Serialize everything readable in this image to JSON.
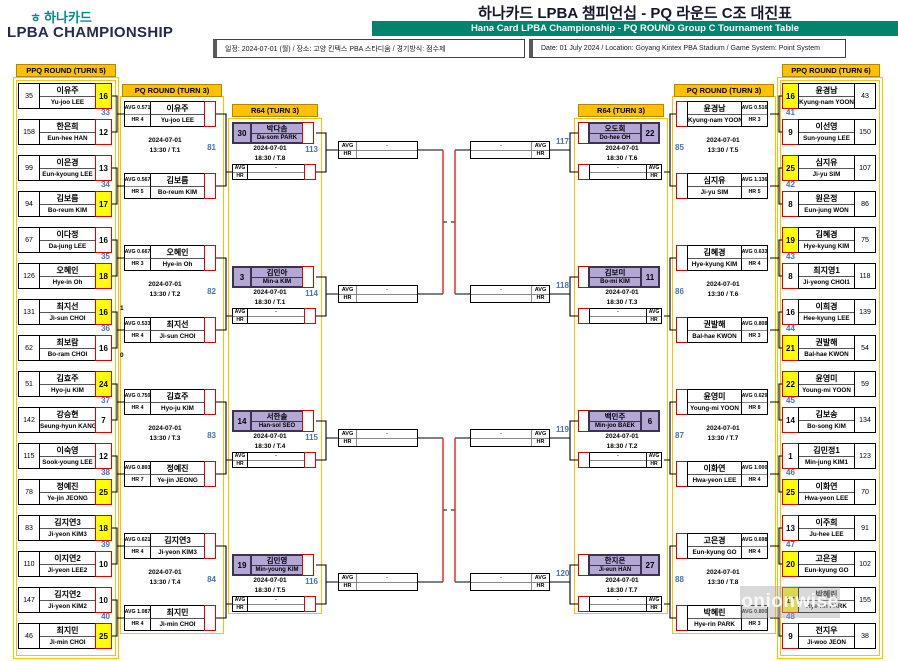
{
  "header": {
    "logo": {
      "hana": "하나카드",
      "lpba": "LPBA CHAMPIONSHIP"
    },
    "title_kr": "하나카드 LPBA 챔피언십 - PQ 라운드 C조 대진표",
    "title_en": "Hana Card LPBA Championship - PQ ROUND Group C Tournament Table",
    "info_kr": "일정: 2024-07-01 (월) / 장소: 고양 킨텍스 PBA 스타디움 / 경기방식: 점수제",
    "info_en": "Date: 01 July 2024 / Location: Goyang Kintex PBA Stadium / Game System: Point System"
  },
  "colors": {
    "gold": "#FFC000",
    "green": "#00846D",
    "purple": "#B4A7D6",
    "purple_border": "#403151",
    "red": "#E00000",
    "win_yellow": "#FFFF00",
    "match_no_blue": "#4472C4",
    "teal": "#008C87",
    "navy": "#252A52"
  },
  "labels": {
    "avg": "AVG",
    "hr": "HR",
    "dash": "-"
  },
  "winner_box": {
    "avg_label": "AVG",
    "avg_value": "-",
    "hr_label": "HR",
    "hr_value": ""
  },
  "watermark": "onionwise",
  "ppq_left": {
    "title": "PPQ ROUND (TURN 5)",
    "matches": [
      {
        "no": "33",
        "p1": {
          "id": "35",
          "kr": "이유주",
          "en": "Yu-joo LEE",
          "score": "16",
          "win": true
        },
        "p2": {
          "id": "158",
          "kr": "한은희",
          "en": "Eun-hee HAN",
          "score": "12"
        }
      },
      {
        "no": "34",
        "p1": {
          "id": "99",
          "kr": "이은경",
          "en": "Eun-kyoung LEE",
          "score": "13"
        },
        "p2": {
          "id": "94",
          "kr": "김보름",
          "en": "Bo-reum KIM",
          "score": "17",
          "win": true
        }
      },
      {
        "no": "35",
        "p1": {
          "id": "67",
          "kr": "이다정",
          "en": "Da-jung LEE",
          "score": "16"
        },
        "p2": {
          "id": "126",
          "kr": "오혜인",
          "en": "Hye-in Oh",
          "score": "18",
          "win": true
        }
      },
      {
        "no": "36",
        "p1": {
          "id": "131",
          "kr": "최지선",
          "en": "Ji-sun CHOI",
          "score": "16",
          "win": true,
          "tb": "1"
        },
        "p2": {
          "id": "62",
          "kr": "최보람",
          "en": "Bo-ram CHOI",
          "score": "16",
          "tb": "0"
        }
      },
      {
        "no": "37",
        "p1": {
          "id": "51",
          "kr": "김효주",
          "en": "Hyo-ju KIM",
          "score": "24",
          "win": true
        },
        "p2": {
          "id": "142",
          "kr": "강승현",
          "en": "Seung-hyun KANG",
          "score": "7"
        }
      },
      {
        "no": "38",
        "p1": {
          "id": "115",
          "kr": "이숙영",
          "en": "Sook-young LEE",
          "score": "12"
        },
        "p2": {
          "id": "78",
          "kr": "정예진",
          "en": "Ye-jin JEONG",
          "score": "25",
          "win": true
        }
      },
      {
        "no": "39",
        "p1": {
          "id": "83",
          "kr": "김지연3",
          "en": "Ji-yeon KIM3",
          "score": "18",
          "win": true
        },
        "p2": {
          "id": "110",
          "kr": "이지연2",
          "en": "Ji-yeon LEE2",
          "score": "10"
        }
      },
      {
        "no": "40",
        "p1": {
          "id": "147",
          "kr": "김지연2",
          "en": "Ji-yeon KIM2",
          "score": "10"
        },
        "p2": {
          "id": "46",
          "kr": "최지민",
          "en": "Ji-min CHOI",
          "score": "25",
          "win": true
        }
      }
    ]
  },
  "pq_left": {
    "title": "PQ ROUND (TURN 3)",
    "matches": [
      {
        "no": "81",
        "date": "2024-07-01",
        "time": "13:30 / T.1",
        "p1": {
          "kr": "이유주",
          "en": "Yu-joo LEE",
          "avg": "AVG 0.571",
          "hr": "HR 4"
        },
        "p2": {
          "kr": "김보름",
          "en": "Bo-reum KIM",
          "avg": "AVG 0.567",
          "hr": "HR 5"
        }
      },
      {
        "no": "82",
        "date": "2024-07-01",
        "time": "13:30 / T.2",
        "p1": {
          "kr": "오혜인",
          "en": "Hye-in Oh",
          "avg": "AVG 0.667",
          "hr": "HR 3"
        },
        "p2": {
          "kr": "최지선",
          "en": "Ji-sun CHOI",
          "avg": "AVG 0.533",
          "hr": "HR 4"
        }
      },
      {
        "no": "83",
        "date": "2024-07-01",
        "time": "13:30 / T.3",
        "p1": {
          "kr": "김효주",
          "en": "Hyo-ju KIM",
          "avg": "AVG 0.750",
          "hr": "HR 4"
        },
        "p2": {
          "kr": "정예진",
          "en": "Ye-jin JEONG",
          "avg": "AVG 0.893",
          "hr": "HR 7"
        }
      },
      {
        "no": "84",
        "date": "2024-07-01",
        "time": "13:30 / T.4",
        "p1": {
          "kr": "김지연3",
          "en": "Ji-yeon KIM3",
          "avg": "AVG 0.621",
          "hr": "HR 4"
        },
        "p2": {
          "kr": "최지민",
          "en": "Ji-min CHOI",
          "avg": "AVG 1.087",
          "hr": "HR 4"
        }
      }
    ]
  },
  "r64_left": {
    "title": "R64 (TURN 3)",
    "matches": [
      {
        "no": "113",
        "seed": "30",
        "kr": "박다솜",
        "en": "Da-som PARK",
        "date": "2024-07-01",
        "time": "18:30 / T.8"
      },
      {
        "no": "114",
        "seed": "3",
        "kr": "김민아",
        "en": "Min-a KIM",
        "date": "2024-07-01",
        "time": "18:30 / T.1"
      },
      {
        "no": "115",
        "seed": "14",
        "kr": "서한솔",
        "en": "Han-sol SEO",
        "date": "2024-07-01",
        "time": "18:30 / T.4"
      },
      {
        "no": "116",
        "seed": "19",
        "kr": "김민영",
        "en": "Min-young KIM",
        "date": "2024-07-01",
        "time": "18:30 / T.5"
      }
    ]
  },
  "r64_right": {
    "title": "R64 (TURN 3)",
    "matches": [
      {
        "no": "117",
        "seed": "22",
        "kr": "오도희",
        "en": "Do-hee OH",
        "date": "2024-07-01",
        "time": "18:30 / T.6"
      },
      {
        "no": "118",
        "seed": "11",
        "kr": "김보미",
        "en": "Bo-mi KIM",
        "date": "2024-07-01",
        "time": "18:30 / T.3"
      },
      {
        "no": "119",
        "seed": "6",
        "kr": "백민주",
        "en": "Min-joo BAEK",
        "date": "2024-07-01",
        "time": "18:30 / T.2"
      },
      {
        "no": "120",
        "seed": "27",
        "kr": "한지은",
        "en": "Ji-eun HAN",
        "date": "2024-07-01",
        "time": "18:30 / T.7"
      }
    ]
  },
  "pq_right": {
    "title": "PQ ROUND (TURN 3)",
    "matches": [
      {
        "no": "85",
        "date": "2024-07-01",
        "time": "13:30 / T.5",
        "p1": {
          "kr": "윤경남",
          "en": "Kyung-nam YOON",
          "avg": "AVG 0.516",
          "hr": "HR 3"
        },
        "p2": {
          "kr": "심지유",
          "en": "Ji-yu SIM",
          "avg": "AVG 1.136",
          "hr": "HR 5"
        }
      },
      {
        "no": "86",
        "date": "2024-07-01",
        "time": "13:30 / T.6",
        "p1": {
          "kr": "김혜경",
          "en": "Hye-kyung KIM",
          "avg": "AVG 0.633",
          "hr": "HR 4"
        },
        "p2": {
          "kr": "권발해",
          "en": "Bal-hae KWON",
          "avg": "AVG 0.808",
          "hr": "HR 3"
        }
      },
      {
        "no": "87",
        "date": "2024-07-01",
        "time": "13:30 / T.7",
        "p1": {
          "kr": "윤영미",
          "en": "Young-mi YOON",
          "avg": "AVG 0.629",
          "hr": "HR 8"
        },
        "p2": {
          "kr": "이화연",
          "en": "Hwa-yeon LEE",
          "avg": "AVG 1.000",
          "hr": "HR 4"
        }
      },
      {
        "no": "88",
        "date": "2024-07-01",
        "time": "13:30 / T.8",
        "p1": {
          "kr": "고은경",
          "en": "Eun-kyung GO",
          "avg": "AVG 0.698",
          "hr": "HR 4"
        },
        "p2": {
          "kr": "박혜린",
          "en": "Hye-rin PARK",
          "avg": "AVG 0.800",
          "hr": "HR 3"
        }
      }
    ]
  },
  "ppq_right": {
    "title": "PPQ ROUND (TURN 6)",
    "matches": [
      {
        "no": "41",
        "p1": {
          "id": "43",
          "kr": "윤경남",
          "en": "Kyung-nam YOON",
          "score": "16",
          "win": true
        },
        "p2": {
          "id": "150",
          "kr": "이선영",
          "en": "Sun-young LEE",
          "score": "9"
        }
      },
      {
        "no": "42",
        "p1": {
          "id": "107",
          "kr": "심지유",
          "en": "Ji-yu SIM",
          "score": "25",
          "win": true
        },
        "p2": {
          "id": "86",
          "kr": "원은정",
          "en": "Eun-jung WON",
          "score": "8"
        }
      },
      {
        "no": "43",
        "p1": {
          "id": "75",
          "kr": "김혜경",
          "en": "Hye-kyung KIM",
          "score": "19",
          "win": true
        },
        "p2": {
          "id": "118",
          "kr": "최지영1",
          "en": "Ji-yeong CHOI1",
          "score": "8"
        }
      },
      {
        "no": "44",
        "p1": {
          "id": "139",
          "kr": "이희경",
          "en": "Hee-kyung LEE",
          "score": "16"
        },
        "p2": {
          "id": "54",
          "kr": "권발해",
          "en": "Bal-hae KWON",
          "score": "21",
          "win": true
        }
      },
      {
        "no": "45",
        "p1": {
          "id": "59",
          "kr": "윤영미",
          "en": "Young-mi YOON",
          "score": "22",
          "win": true
        },
        "p2": {
          "id": "134",
          "kr": "김보송",
          "en": "Bo-song KIM",
          "score": "14"
        }
      },
      {
        "no": "46",
        "p1": {
          "id": "123",
          "kr": "김민정1",
          "en": "Min-jung KIM1",
          "score": "1"
        },
        "p2": {
          "id": "70",
          "kr": "이화연",
          "en": "Hwa-yeon LEE",
          "score": "25",
          "win": true
        }
      },
      {
        "no": "47",
        "p1": {
          "id": "91",
          "kr": "이주희",
          "en": "Ju-hee LEE",
          "score": "13"
        },
        "p2": {
          "id": "102",
          "kr": "고은경",
          "en": "Eun-kyung GO",
          "score": "20",
          "win": true
        }
      },
      {
        "no": "48",
        "p1": {
          "id": "155",
          "kr": "박혜린",
          "en": "Hye-rin PARK",
          "score": "17",
          "win": true
        },
        "p2": {
          "id": "38",
          "kr": "전지우",
          "en": "Ji-woo JEON",
          "score": "9"
        }
      }
    ]
  }
}
